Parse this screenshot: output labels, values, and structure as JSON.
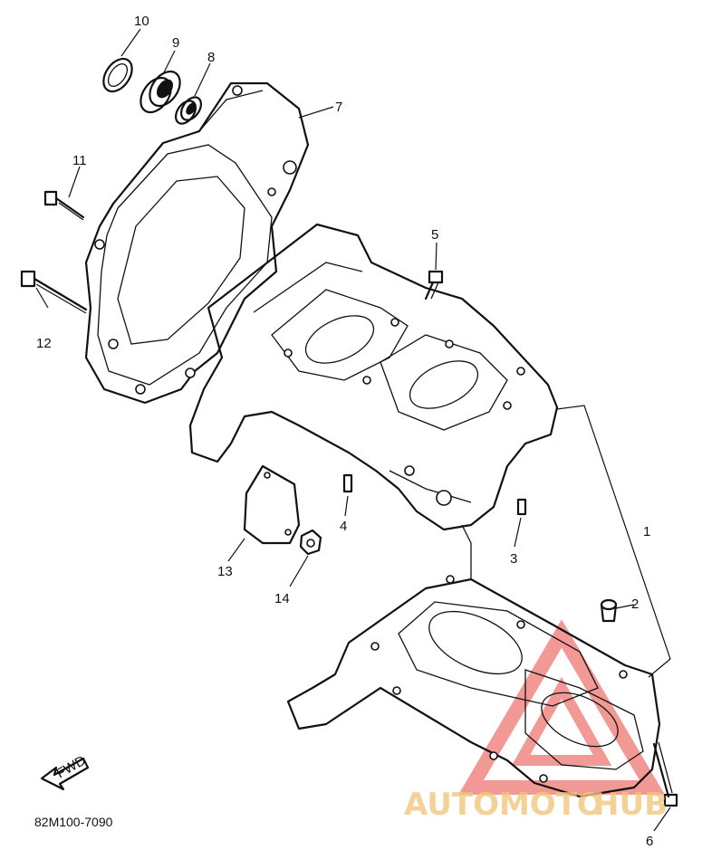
{
  "diagram": {
    "code": "82M100-7090",
    "fwd_label": "FWD",
    "callouts": [
      {
        "id": "c1",
        "label": "1"
      },
      {
        "id": "c2",
        "label": "2"
      },
      {
        "id": "c3",
        "label": "3"
      },
      {
        "id": "c4",
        "label": "4"
      },
      {
        "id": "c5",
        "label": "5"
      },
      {
        "id": "c6",
        "label": "6"
      },
      {
        "id": "c7",
        "label": "7"
      },
      {
        "id": "c8",
        "label": "8"
      },
      {
        "id": "c9",
        "label": "9"
      },
      {
        "id": "c10",
        "label": "10"
      },
      {
        "id": "c11",
        "label": "11"
      },
      {
        "id": "c12",
        "label": "12"
      },
      {
        "id": "c13",
        "label": "13"
      },
      {
        "id": "c14",
        "label": "14"
      }
    ]
  },
  "watermark": {
    "text_part1": "AUTOMOTO",
    "text_part2": "HUB",
    "color_primary": "#e8473f",
    "color_secondary": "#f2c77e"
  }
}
